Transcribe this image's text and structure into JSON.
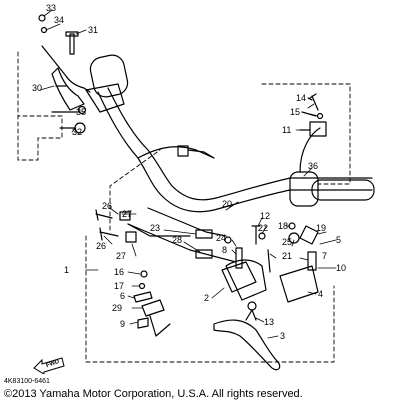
{
  "diagram": {
    "callouts": [
      {
        "id": "c33",
        "label": "33"
      },
      {
        "id": "c34",
        "label": "34"
      },
      {
        "id": "c31",
        "label": "31"
      },
      {
        "id": "c30",
        "label": "30"
      },
      {
        "id": "c35",
        "label": "35"
      },
      {
        "id": "c32",
        "label": "32"
      },
      {
        "id": "c14",
        "label": "14"
      },
      {
        "id": "c15",
        "label": "15"
      },
      {
        "id": "c11",
        "label": "11"
      },
      {
        "id": "c36",
        "label": "36"
      },
      {
        "id": "c20",
        "label": "20"
      },
      {
        "id": "c26a",
        "label": "26"
      },
      {
        "id": "c26b",
        "label": "26"
      },
      {
        "id": "c27a",
        "label": "27"
      },
      {
        "id": "c27b",
        "label": "27"
      },
      {
        "id": "c23",
        "label": "23"
      },
      {
        "id": "c28",
        "label": "28"
      },
      {
        "id": "c12",
        "label": "12"
      },
      {
        "id": "c22",
        "label": "22"
      },
      {
        "id": "c24",
        "label": "24"
      },
      {
        "id": "c8",
        "label": "8"
      },
      {
        "id": "c18",
        "label": "18"
      },
      {
        "id": "c19",
        "label": "19"
      },
      {
        "id": "c25",
        "label": "25"
      },
      {
        "id": "c5",
        "label": "5"
      },
      {
        "id": "c21",
        "label": "21"
      },
      {
        "id": "c7",
        "label": "7"
      },
      {
        "id": "c10",
        "label": "10"
      },
      {
        "id": "c1",
        "label": "1"
      },
      {
        "id": "c16",
        "label": "16"
      },
      {
        "id": "c17",
        "label": "17"
      },
      {
        "id": "c6",
        "label": "6"
      },
      {
        "id": "c29",
        "label": "29"
      },
      {
        "id": "c9",
        "label": "9"
      },
      {
        "id": "c2",
        "label": "2"
      },
      {
        "id": "c4",
        "label": "4"
      },
      {
        "id": "c13",
        "label": "13"
      },
      {
        "id": "c3",
        "label": "3"
      }
    ],
    "fwd_label": "FWD",
    "part_code": "4K83100-6461",
    "copyright": "©2013 Yamaha Motor Corporation, U.S.A. All rights reserved."
  }
}
